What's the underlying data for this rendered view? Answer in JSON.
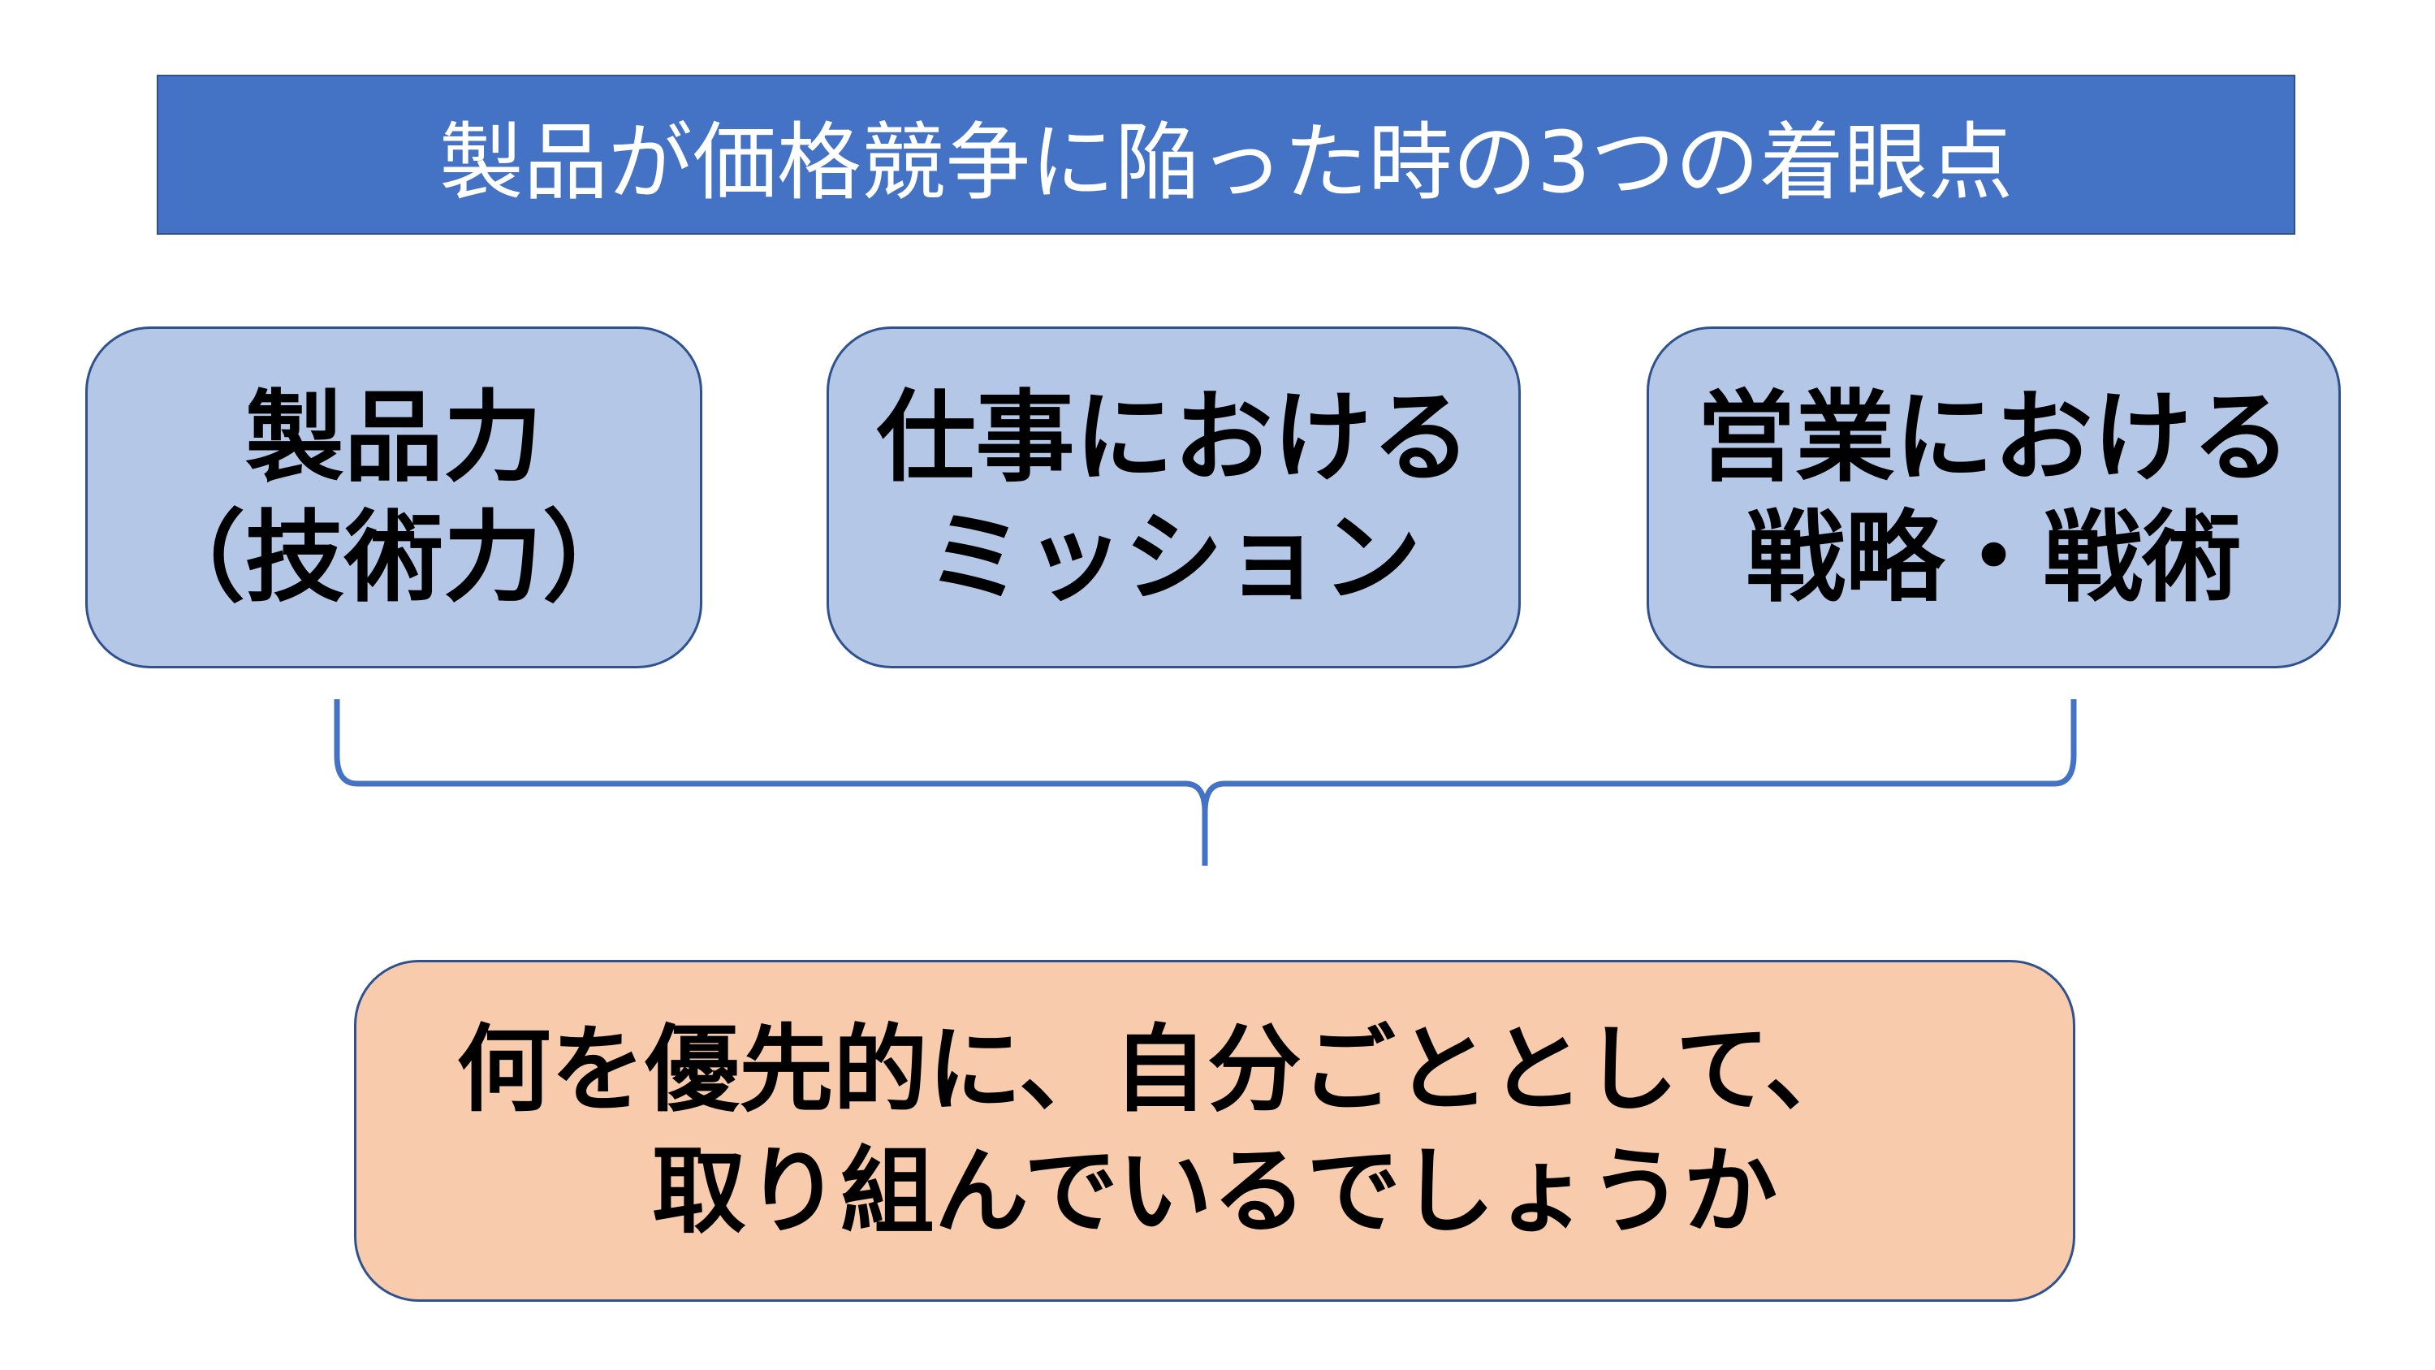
{
  "title": "製品が価格競争に陥った時の3つの着眼点",
  "boxes": [
    {
      "line1": "製品力",
      "line2": "（技術力）"
    },
    {
      "line1": "仕事における",
      "line2": "ミッション"
    },
    {
      "line1": "営業における",
      "line2": "戦略・戦術"
    }
  ],
  "conclusion": {
    "line1": "何を優先的に、自分ごととして、",
    "line2": "取り組んでいるでしょうか"
  },
  "colors": {
    "title_bg": "#4472C4",
    "box_bg": "#B4C7E7",
    "conclusion_bg": "#F8CBAD",
    "border": "#2F528F"
  }
}
